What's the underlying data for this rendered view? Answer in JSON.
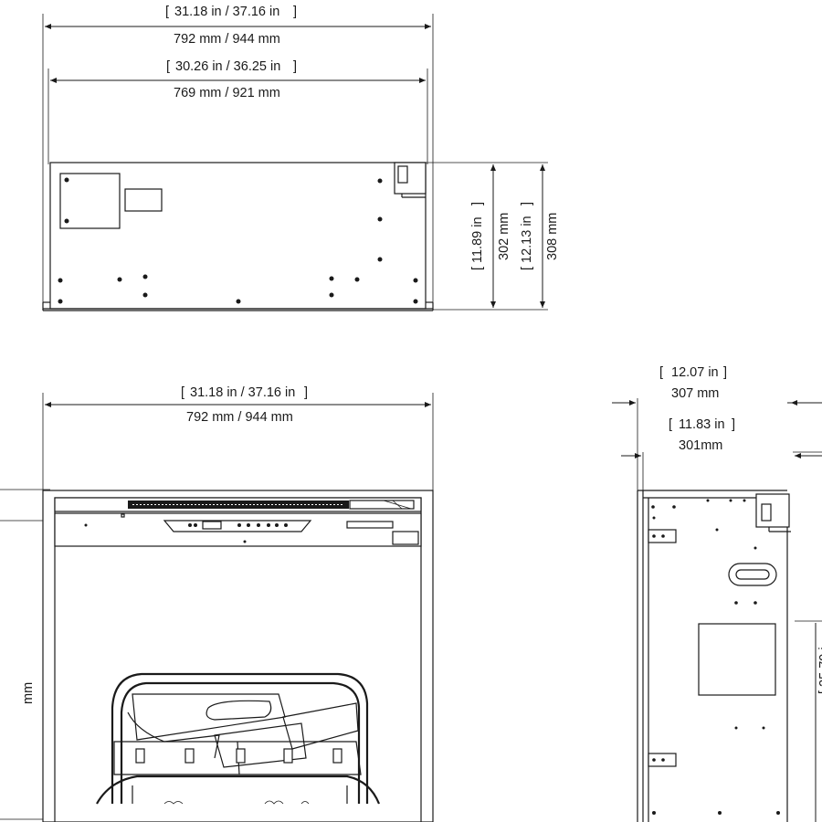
{
  "top_view": {
    "overall_width": "31.18 in / 37.16 in",
    "overall_width_mm": "792 mm / 944 mm",
    "inner_width": "30.26 in / 36.25 in",
    "inner_width_mm": "769 mm / 921 mm",
    "height_in": "11.89 in",
    "height_mm": "302 mm",
    "total_height_in": "12.13 in",
    "total_height_mm": "308 mm"
  },
  "front_view": {
    "overall_width": "31.18 in / 37.16 in",
    "overall_width_mm": "792 mm / 944 mm"
  },
  "side_view": {
    "outer_depth_in": "12.07 in",
    "outer_depth_mm": "307 mm",
    "inner_depth_in": "11.83 in",
    "inner_depth_mm": "301mm"
  }
}
